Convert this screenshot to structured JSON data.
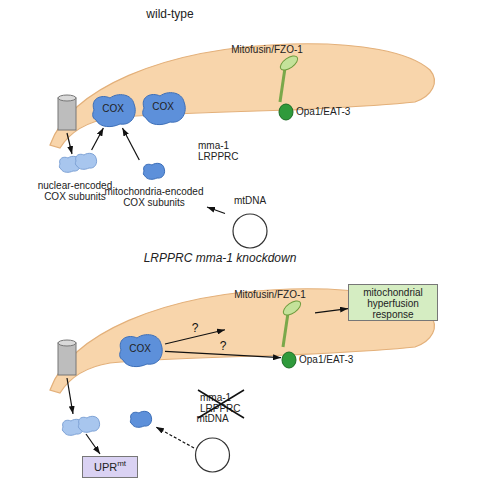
{
  "diagram": {
    "nodes": [
      {
        "text": [
          "COX"
        ]
      },
      {
        "text": [
          "COX"
        ]
      },
      {
        "text": [
          "Mitofusin/FZO-1"
        ]
      },
      {
        "text": [
          "Opa1/EAT-3"
        ]
      },
      {
        "text": [
          "nuclear-encoded COX subunits"
        ]
      },
      {
        "text": [
          "mitochondria-encoded COX subunits"
        ]
      },
      {
        "text": [
          "mtDNA"
        ]
      },
      {
        "text": [
          "COX"
        ]
      },
      {
        "text": [
          "Mitofusin/FZO-1"
        ]
      },
      {
        "text": [
          "Opa1/EAT-3"
        ]
      },
      {
        "text": [
          "mitochondrial hyperfusion response"
        ]
      },
      {
        "text": [
          "mtDNA"
        ]
      },
      {
        "text": [
          "UPR",
          "mt"
        ]
      }
    ],
    "edges": [
      {
        "from": 4,
        "to": 0,
        "arrow": "to"
      },
      {
        "from": 5,
        "to": 0,
        "arrow": "to"
      },
      {
        "from": 6,
        "to": 5,
        "arrow": "to"
      },
      {
        "from": 7,
        "to": 8,
        "label": "?",
        "arrow": "to"
      },
      {
        "from": 7,
        "to": 9,
        "label": "?",
        "arrow": "to"
      },
      {
        "from": 8,
        "to": 10,
        "arrow": "to"
      }
    ],
    "labels": [
      "wild-type",
      "mma-1 LRPPRC",
      "LRPPRC mma-1 knockdown",
      "mma-1 LRPPRC"
    ]
  }
}
